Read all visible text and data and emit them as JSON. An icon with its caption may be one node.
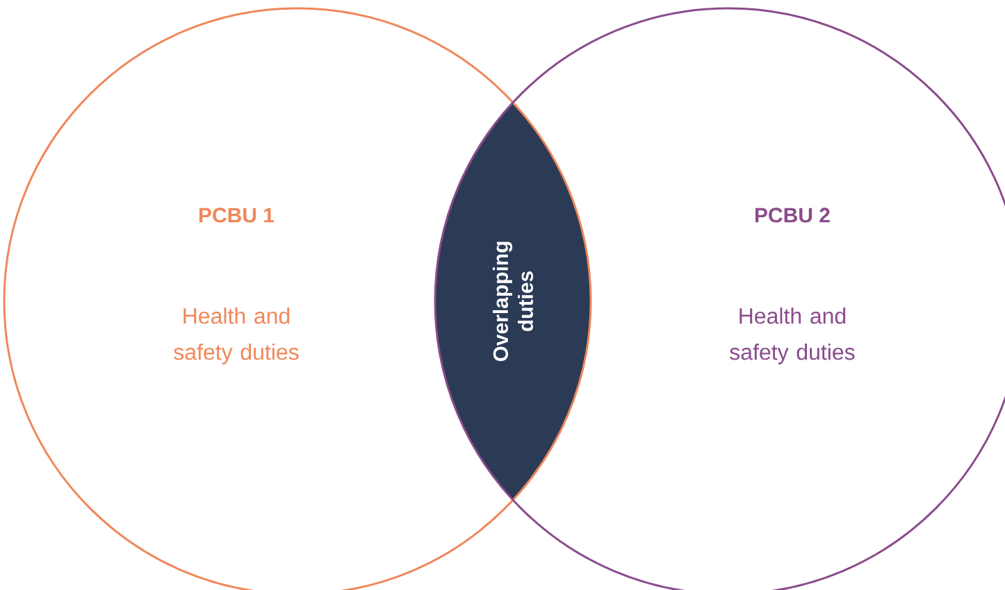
{
  "diagram": {
    "nodes": [
      {
        "text": [
          "PCBU 1",
          "Health and safety duties"
        ]
      },
      {
        "text": [
          "PCBU 2",
          "Health and safety duties"
        ]
      },
      {
        "text": [
          "Overlapping duties"
        ]
      }
    ]
  }
}
